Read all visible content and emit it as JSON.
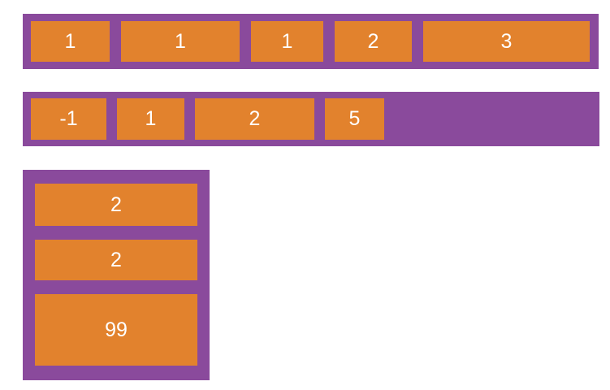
{
  "colors": {
    "container_purple": "#8a4a9c",
    "item_orange": "#e2822d",
    "label_white": "#ffffff",
    "page_background": "#ffffff"
  },
  "sections": [
    {
      "name": "horizontal-flex-row-a",
      "direction": "row",
      "items": [
        {
          "label": "1"
        },
        {
          "label": "1"
        },
        {
          "label": "1"
        },
        {
          "label": "2"
        },
        {
          "label": "3"
        }
      ]
    },
    {
      "name": "horizontal-flex-row-b",
      "direction": "row",
      "items": [
        {
          "label": "-1"
        },
        {
          "label": "1"
        },
        {
          "label": "2"
        },
        {
          "label": "5"
        }
      ]
    },
    {
      "name": "vertical-flex-column",
      "direction": "column",
      "items": [
        {
          "label": "2"
        },
        {
          "label": "2"
        },
        {
          "label": "99"
        }
      ]
    }
  ]
}
